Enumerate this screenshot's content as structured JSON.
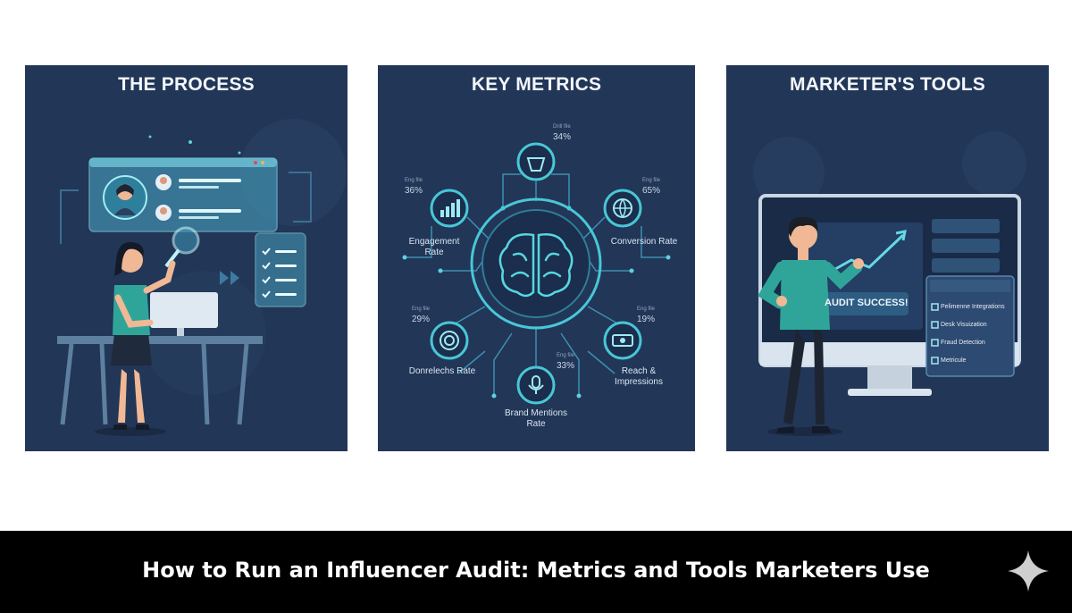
{
  "panels": {
    "process": {
      "title": "THE PROCESS"
    },
    "metrics": {
      "title": "KEY METRICS",
      "items": [
        {
          "label": "",
          "value": "34%",
          "caption": "Drill file"
        },
        {
          "label": "Engagement Rate",
          "value": "36%",
          "caption": "Eng file"
        },
        {
          "label": "Conversion Rate",
          "value": "65%",
          "caption": "Eng file"
        },
        {
          "label": "Donrelechs Rate",
          "value": "29%",
          "caption": "Eng file"
        },
        {
          "label": "Reach & Impressions",
          "value": "19%",
          "caption": "Eng file"
        },
        {
          "label": "Brand Mentions Rate",
          "value": "33%",
          "caption": "Eng file"
        }
      ]
    },
    "tools": {
      "title": "MARKETER'S TOOLS",
      "audit_badge": "AUDIT SUCCESS!",
      "checklist": [
        "Pelimenne Integrations",
        "Desk Visuization",
        "Fraud Detection",
        "Metricule"
      ]
    }
  },
  "footer": {
    "title": "How to Run an Influencer Audit: Metrics and Tools Marketers Use",
    "logo_icon": "sparkle-icon"
  },
  "colors": {
    "panel_bg": "#223657",
    "accent": "#4fd6e0",
    "footer_bg": "#000000"
  }
}
